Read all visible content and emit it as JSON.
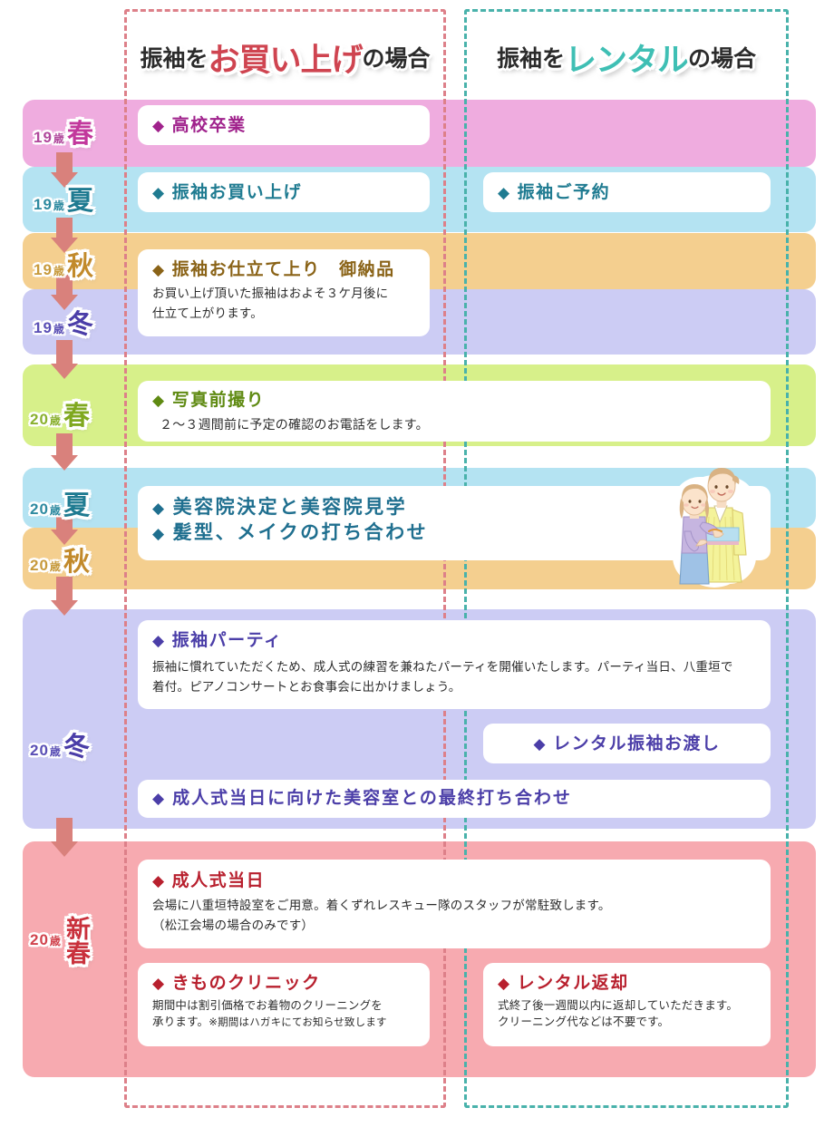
{
  "headers": {
    "buy": {
      "prefix": "振袖を",
      "accent": "お買い上げ",
      "suffix": "の場合",
      "accent_color": "#cf4450"
    },
    "rent": {
      "prefix": "振袖を",
      "accent": "レンタル",
      "suffix": "の場合",
      "accent_color": "#3fbfb4"
    }
  },
  "rows": [
    {
      "key": "age19_spring",
      "age": "19",
      "sai": "歳",
      "season": "春",
      "season_color": "#c2389c",
      "age_color": "#b0489c",
      "band_color": "#efacdf"
    },
    {
      "key": "age19_summer",
      "age": "19",
      "sai": "歳",
      "season": "夏",
      "season_color": "#1f7b91",
      "age_color": "#2e8aa0",
      "band_color": "#b4e3f2"
    },
    {
      "key": "age19_autumn",
      "age": "19",
      "sai": "歳",
      "season": "秋",
      "season_color": "#c28a2b",
      "age_color": "#c79a3c",
      "band_color": "#f4cf8f"
    },
    {
      "key": "age19_winter",
      "age": "19",
      "sai": "歳",
      "season": "冬",
      "season_color": "#4b3ea8",
      "age_color": "#5a4fb5",
      "band_color": "#ccccf4"
    },
    {
      "key": "age20_spring",
      "age": "20",
      "sai": "歳",
      "season": "春",
      "season_color": "#7fa81f",
      "age_color": "#89b02e",
      "band_color": "#d7f08a"
    },
    {
      "key": "age20_summer",
      "age": "20",
      "sai": "歳",
      "season": "夏",
      "season_color": "#1f7b91",
      "age_color": "#2e8aa0",
      "band_color": "#b4e3f2"
    },
    {
      "key": "age20_autumn",
      "age": "20",
      "sai": "歳",
      "season": "秋",
      "season_color": "#c28a2b",
      "age_color": "#c79a3c",
      "band_color": "#f4cf8f"
    },
    {
      "key": "age20_winter",
      "age": "20",
      "sai": "歳",
      "season": "冬",
      "season_color": "#4b3ea8",
      "age_color": "#5a4fb5",
      "band_color": "#ccccf4"
    },
    {
      "key": "age20_newyear",
      "age": "20",
      "sai": "歳",
      "season": "新春",
      "season_color": "#c9313c",
      "age_color": "#d1434d",
      "band_color": "#f7aab0"
    }
  ],
  "cards": {
    "highschool_graduation": {
      "diamond": "◆",
      "title": "高校卒業",
      "color": "#a0228c"
    },
    "furisode_purchase": {
      "diamond": "◆",
      "title": "振袖お買い上げ",
      "color": "#1f7b91"
    },
    "furisode_reservation": {
      "diamond": "◆",
      "title": "振袖ご予約",
      "color": "#1f7b91"
    },
    "tailoring_delivery": {
      "diamond": "◆",
      "title": "振袖お仕立て上り　御納品",
      "color": "#8a6317",
      "body_line1": "お買い上げ頂いた振袖はおよそ３ケ月後に",
      "body_line2": "仕立て上がります。"
    },
    "photo_shoot": {
      "diamond": "◆",
      "title": "写真前撮り",
      "color": "#5f8a12",
      "body_line1": "２〜３週間前に予定の確認のお電話をします。"
    },
    "salon_decision": {
      "diamond": "◆",
      "title": "美容院決定と美容院見学",
      "color": "#1f6f8f",
      "title2": "髪型、メイクの打ち合わせ"
    },
    "furisode_party": {
      "diamond": "◆",
      "title": "振袖パーティ",
      "color": "#4b3ea8",
      "body_line1": "振袖に慣れていただくため、成人式の練習を兼ねたパーティを開催いたします。パーティ当日、八重垣で",
      "body_line2": "着付。ピアノコンサートとお食事会に出かけましょう。"
    },
    "rental_handover": {
      "diamond": "◆",
      "title": "レンタル振袖お渡し",
      "color": "#4b3ea8"
    },
    "final_meeting": {
      "diamond": "◆",
      "title": "成人式当日に向けた美容室との最終打ち合わせ",
      "color": "#4b3ea8"
    },
    "ceremony_day": {
      "diamond": "◆",
      "title": "成人式当日",
      "color": "#b8202e",
      "body_line1": "会場に八重垣特設室をご用意。着くずれレスキュー隊のスタッフが常駐致します。",
      "body_line2": "（松江会場の場合のみです）"
    },
    "kimono_clinic": {
      "diamond": "◆",
      "title": "きものクリニック",
      "color": "#b8202e",
      "body_line1": "期間中は割引価格でお着物のクリーニングを",
      "body_line2": "承ります。",
      "body_line2_small": "※期間はハガキにてお知らせ致します"
    },
    "rental_return": {
      "diamond": "◆",
      "title": "レンタル返却",
      "color": "#b8202e",
      "body_line1": "式終了後一週間以内に返却していただきます。",
      "body_line2": "クリーニング代などは不要です。"
    }
  },
  "illustration": {
    "alt": "two-women-kimono-fitting-illustration"
  }
}
